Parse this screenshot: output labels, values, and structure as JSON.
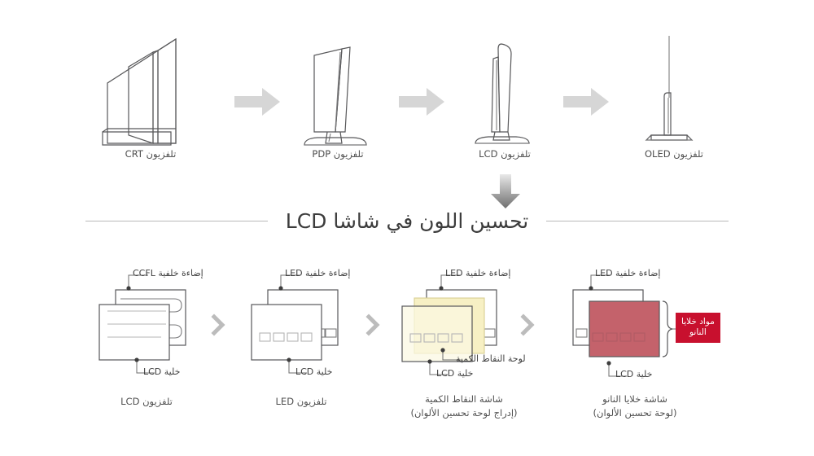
{
  "page": {
    "background": "#ffffff",
    "accent_red": "#c8102e",
    "panel_red": "#c4626b",
    "panel_yellow": "#f7f0c4",
    "arrow_gray": "#d6d6d6",
    "line_gray": "#58585a"
  },
  "title": {
    "text": "تحسين اللون في شاشا LCD",
    "divider_left": "divider-line",
    "divider_right": "divider-line",
    "down_arrow": "arrow-down-icon"
  },
  "evolution_row": {
    "items": [
      {
        "id": "crt",
        "caption": "تلفزيون CRT",
        "icon": "crt-tv-icon"
      },
      {
        "id": "pdp",
        "caption": "تلفزيون PDP",
        "icon": "pdp-tv-icon"
      },
      {
        "id": "lcd",
        "caption": "تلفزيون LCD",
        "icon": "lcd-tv-icon"
      },
      {
        "id": "oled",
        "caption": "تلفزيون OLED",
        "icon": "oled-tv-icon"
      }
    ],
    "separators": [
      "arrow-right-icon",
      "arrow-right-icon",
      "arrow-right-icon"
    ]
  },
  "panel_row": {
    "items": [
      {
        "id": "lcd-ccfl",
        "caption": "تلفزيون LCD",
        "callout_top": "إضاءة خلفية CCFL",
        "callout_bottom": "خلية LCD",
        "backlight_type": "ccfl-serpentine-tube"
      },
      {
        "id": "lcd-led",
        "caption": "تلفزيون LED",
        "callout_top": "إضاءة خلفية LED",
        "callout_bottom": "خلية LCD",
        "backlight_type": "led-array"
      },
      {
        "id": "quantum-dot",
        "caption_line1": "شاشة النقاط الكمية",
        "caption_line2": "(إدراج لوحة تحسين الألوان)",
        "callout_top": "إضاءة خلفية LED",
        "callout_bottom": "خلية LCD",
        "callout_panel": "لوحة النقاط الكمية",
        "backlight_type": "led-array",
        "overlay_color": "#f7f0c4"
      },
      {
        "id": "nano-cell",
        "caption_line1": "شاشة خلايا النانو",
        "caption_line2": "(لوحة تحسين الألوان)",
        "callout_top": "إضاءة خلفية LED",
        "callout_bottom": "خلية LCD",
        "badge_line1": "مواد خلايا",
        "badge_line2": "النانو",
        "backlight_type": "led-array",
        "overlay_color": "#c4626b"
      }
    ],
    "separators": [
      "chevron-right-icon",
      "chevron-right-icon",
      "chevron-right-icon"
    ]
  }
}
